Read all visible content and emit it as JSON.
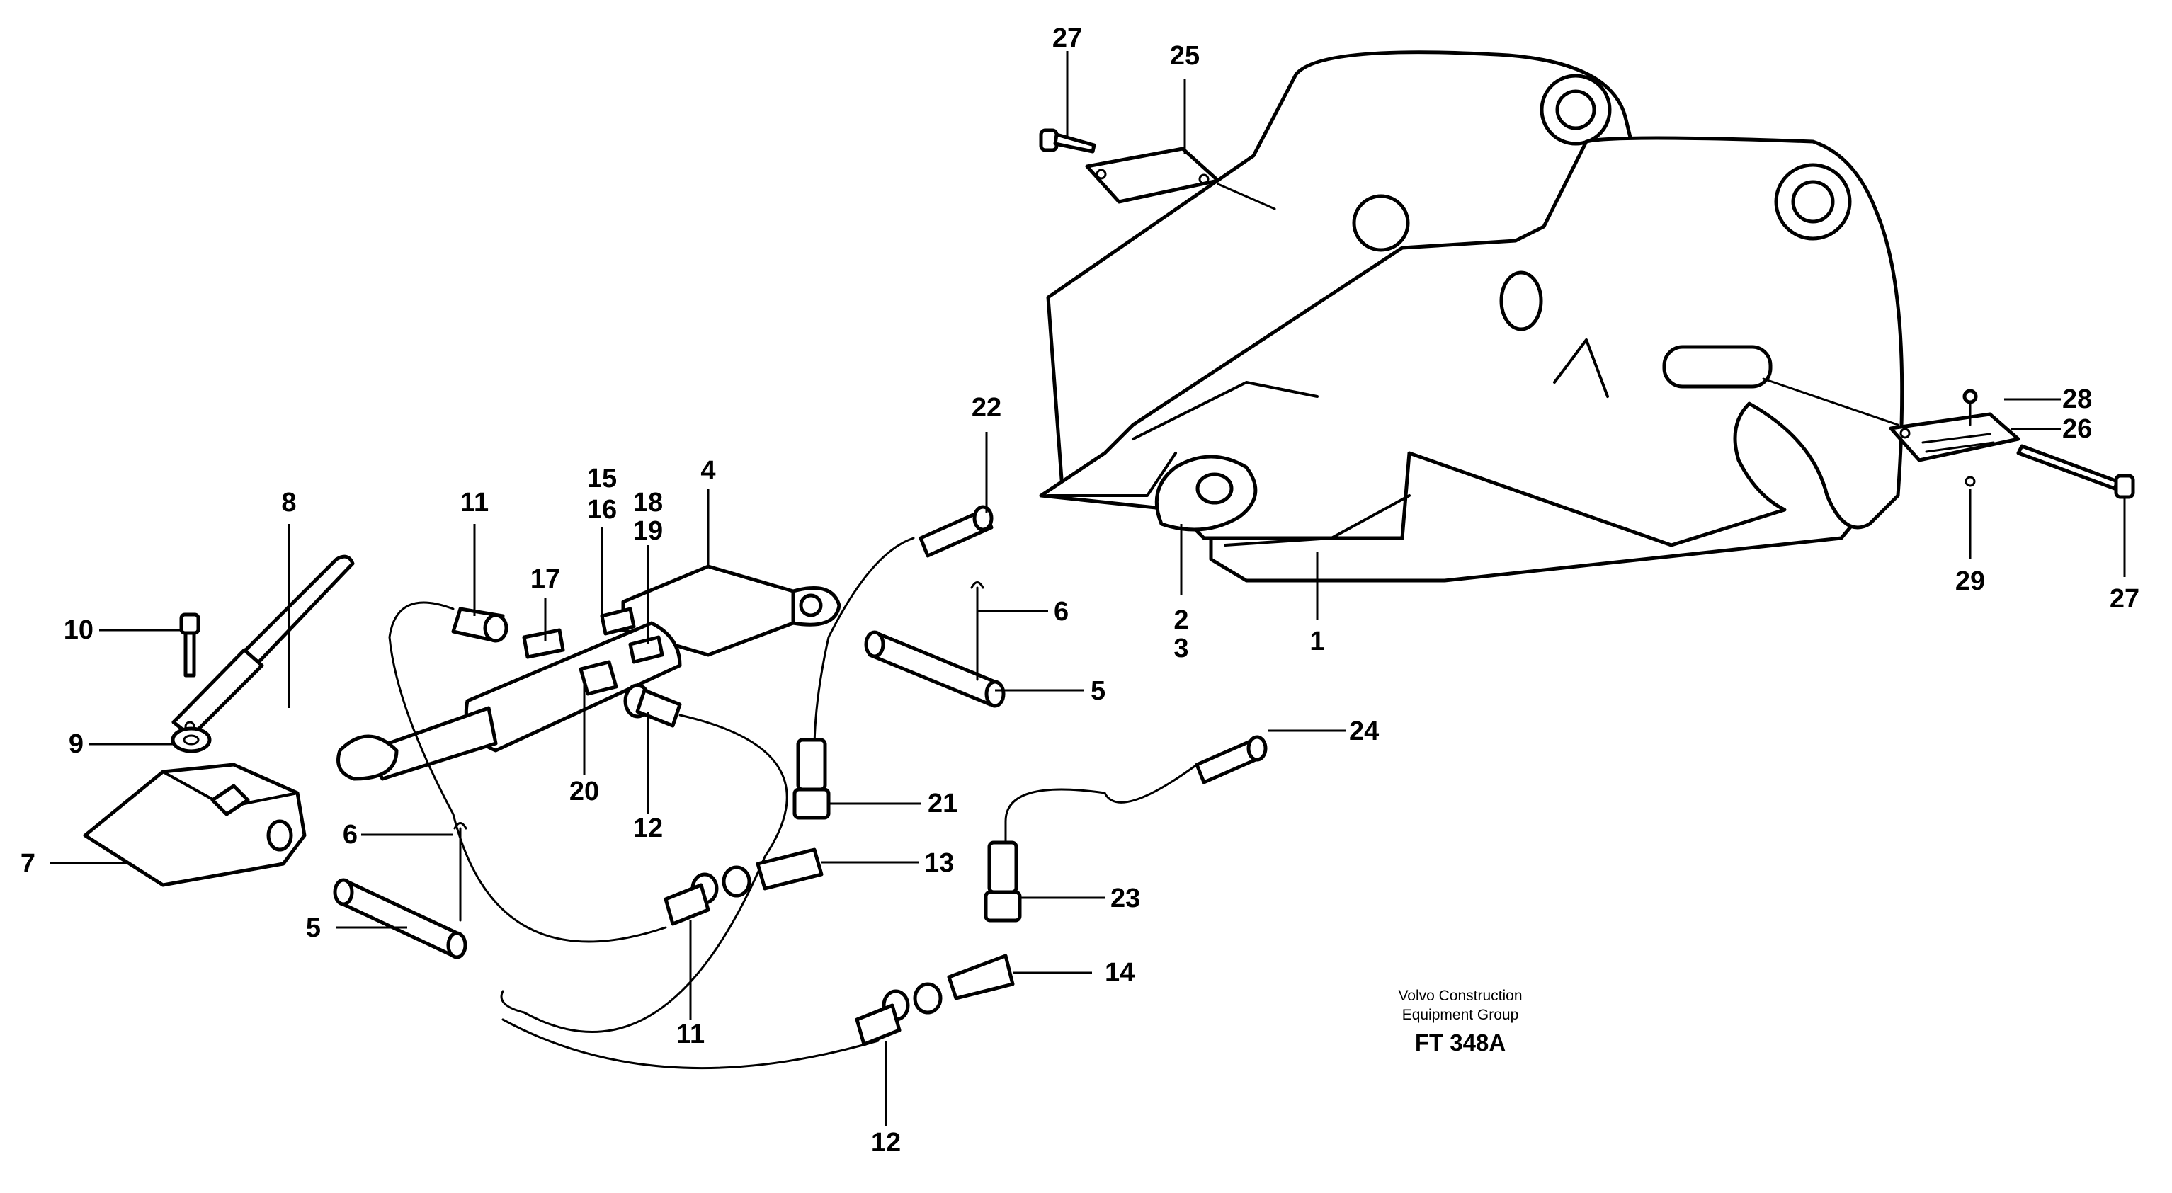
{
  "labels": {
    "l1": "1",
    "l2": "2",
    "l3": "3",
    "l4": "4",
    "l5a": "5",
    "l5b": "5",
    "l6a": "6",
    "l6b": "6",
    "l7": "7",
    "l8": "8",
    "l9": "9",
    "l10": "10",
    "l11a": "11",
    "l11b": "11",
    "l12a": "12",
    "l12b": "12",
    "l13": "13",
    "l14": "14",
    "l15": "15",
    "l16": "16",
    "l17": "17",
    "l18": "18",
    "l19": "19",
    "l20": "20",
    "l21": "21",
    "l22": "22",
    "l23": "23",
    "l24": "24",
    "l25": "25",
    "l26": "26",
    "l27a": "27",
    "l27b": "27",
    "l28": "28",
    "l29": "29"
  },
  "footer": {
    "company_line1": "Volvo Construction",
    "company_line2": "Equipment Group",
    "figure_code": "FT 348A"
  }
}
